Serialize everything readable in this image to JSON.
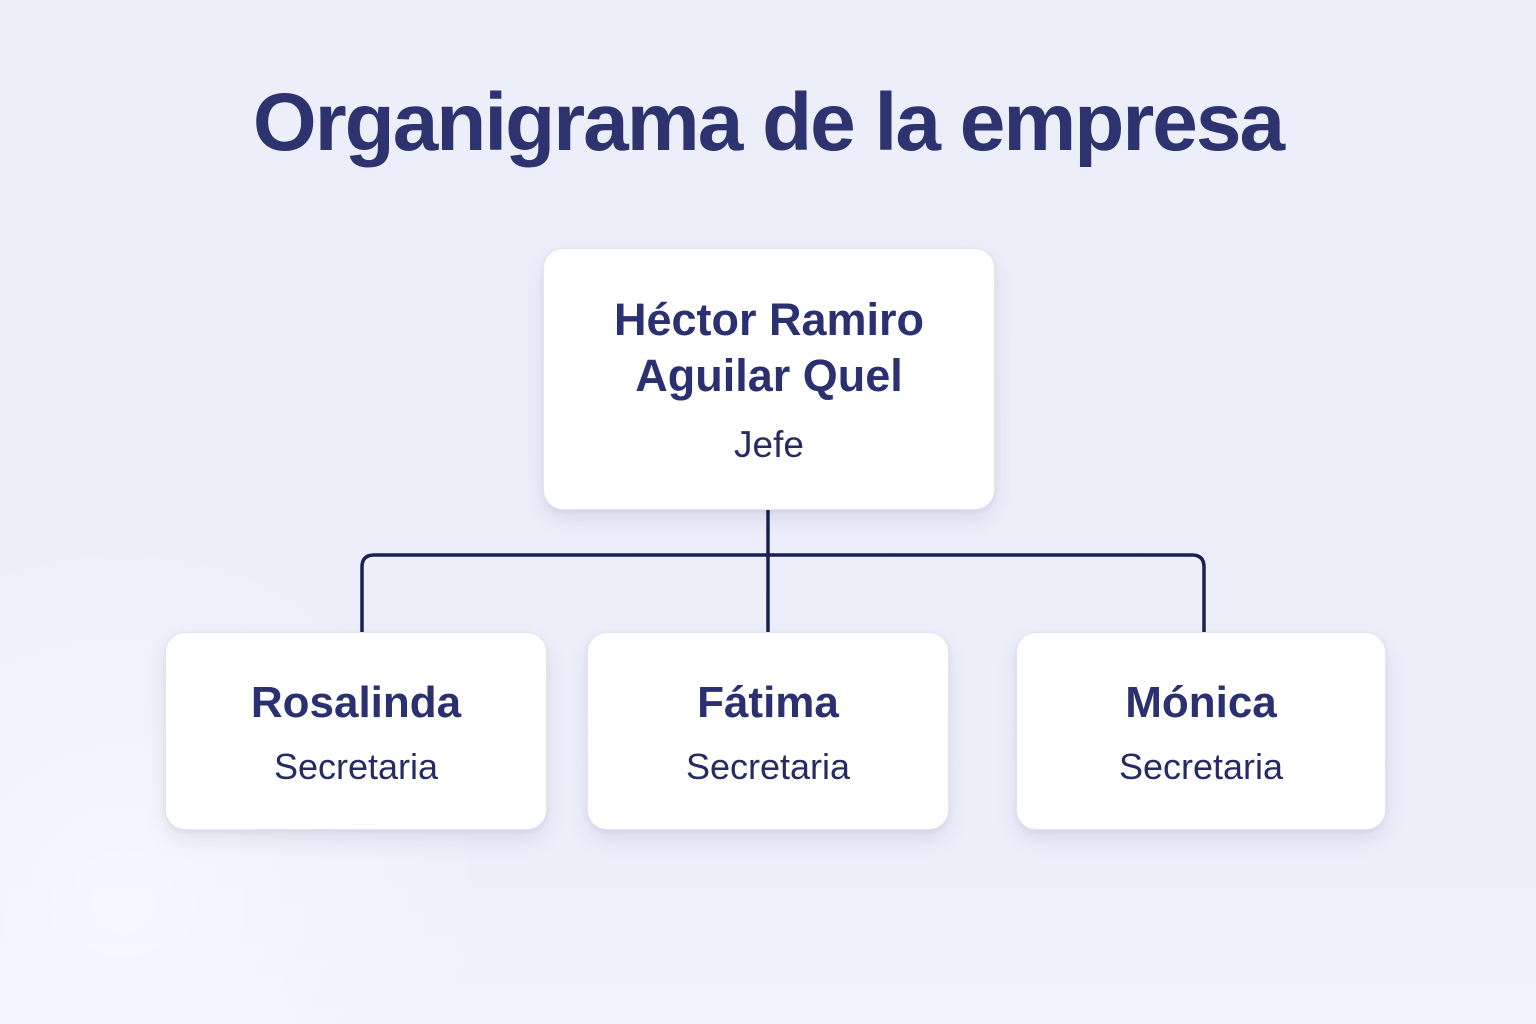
{
  "title": "Organigrama de la empresa",
  "org": {
    "root": {
      "name": "Héctor Ramiro Aguilar Quel",
      "role": "Jefe"
    },
    "children": [
      {
        "name": "Rosalinda",
        "role": "Secretaria"
      },
      {
        "name": "Fátima",
        "role": "Secretaria"
      },
      {
        "name": "Mónica",
        "role": "Secretaria"
      }
    ]
  },
  "colors": {
    "background": "#eceefa",
    "card_background": "#ffffff",
    "card_border": "#e0e4f3",
    "title_text": "#2d336f",
    "node_text": "#2b3170",
    "connector_line": "#1b2150"
  }
}
